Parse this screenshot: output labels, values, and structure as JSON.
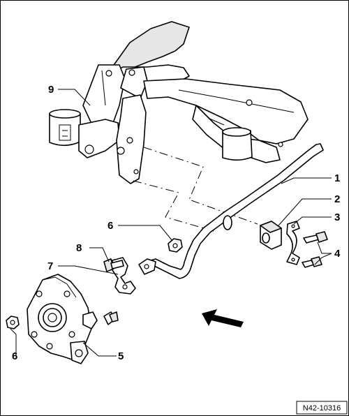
{
  "diagram": {
    "reference_code": "N42-10316",
    "callouts": [
      {
        "id": "callout-1",
        "label": "1"
      },
      {
        "id": "callout-2",
        "label": "2"
      },
      {
        "id": "callout-3",
        "label": "3"
      },
      {
        "id": "callout-4",
        "label": "4"
      },
      {
        "id": "callout-5",
        "label": "5"
      },
      {
        "id": "callout-6-top",
        "label": "6"
      },
      {
        "id": "callout-6-bottom",
        "label": "6"
      },
      {
        "id": "callout-7",
        "label": "7"
      },
      {
        "id": "callout-8",
        "label": "8"
      },
      {
        "id": "callout-9",
        "label": "9"
      }
    ],
    "direction_arrow": "arrow-pointing-left"
  }
}
